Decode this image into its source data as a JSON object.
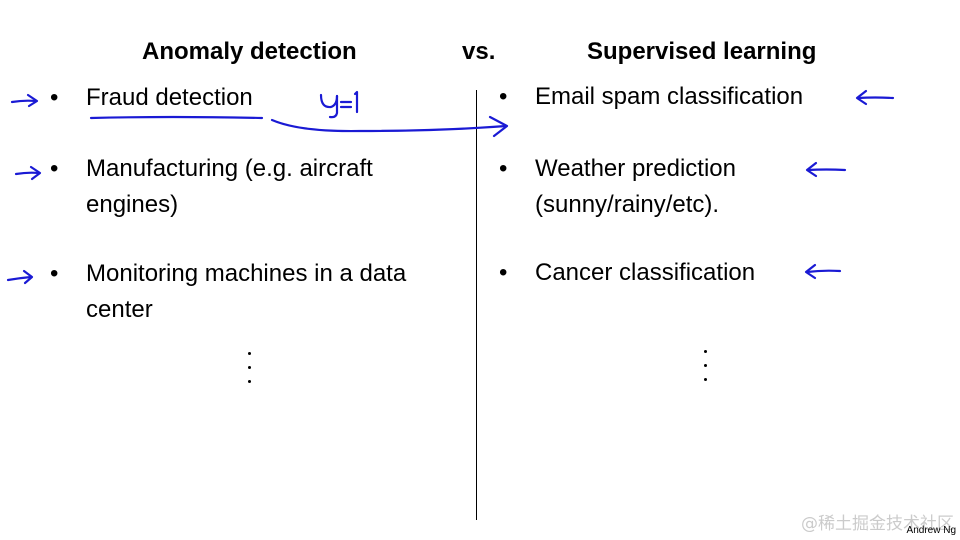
{
  "headings": {
    "left": "Anomaly detection",
    "vs": "vs.",
    "right": "Supervised learning"
  },
  "bullet_symbol": "•",
  "left_items": [
    "Fraud detection",
    "Manufacturing (e.g. aircraft engines)",
    "Monitoring machines in a data center"
  ],
  "right_items": [
    "Email spam classification",
    "Weather prediction (sunny/rainy/etc).",
    "Cancer classification"
  ],
  "annotation": {
    "label": "y=1",
    "ink_color": "#1a1ad4"
  },
  "author": "Andrew Ng",
  "watermark": "@稀土掘金技术社区"
}
